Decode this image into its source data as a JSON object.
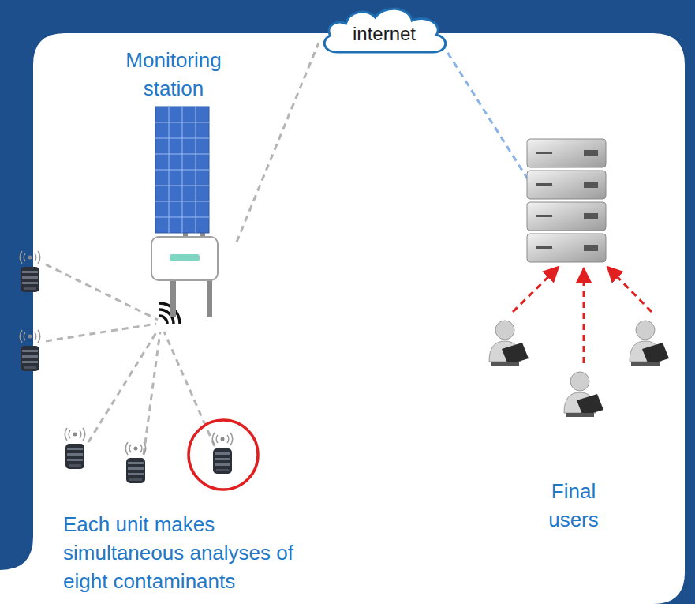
{
  "diagram": {
    "nodes": [
      {
        "text": [
          "Monitoring station"
        ]
      },
      {
        "text": [
          "internet"
        ]
      },
      {
        "text": [
          "Final users"
        ]
      }
    ],
    "edges": [
      {
        "from": 0,
        "to": 1,
        "arrow": "none"
      }
    ],
    "labels": [
      "Each unit makes simultaneous analyses of eight contaminants"
    ]
  }
}
